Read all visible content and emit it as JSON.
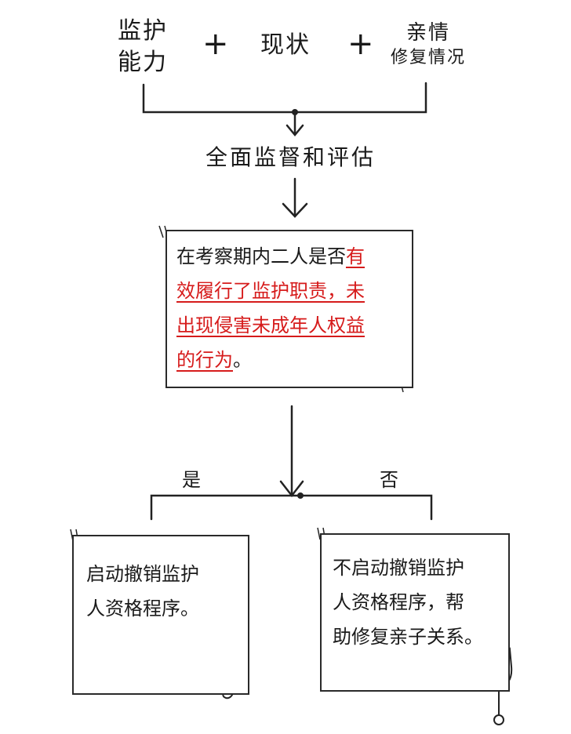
{
  "inputs": {
    "guardian_ability": [
      "监护",
      "能力"
    ],
    "plus1": "+",
    "current_status": "现状",
    "plus2": "+",
    "family_repair": [
      "亲情",
      "修复情况"
    ]
  },
  "assessment": "全面监督和评估",
  "question": {
    "prefix": "在考察期内二人是否",
    "highlight_lines": [
      "有",
      "效履行了监护职责，未",
      "出现侵害未成年人权益",
      "的行为"
    ],
    "suffix": "。"
  },
  "branches": {
    "yes_label": "是",
    "no_label": "否"
  },
  "outcome_yes": [
    "启动撤销监护",
    "人资格程序。"
  ],
  "outcome_no": [
    "不启动撤销监护",
    "人资格程序，帮",
    "助修复亲子关系。"
  ]
}
